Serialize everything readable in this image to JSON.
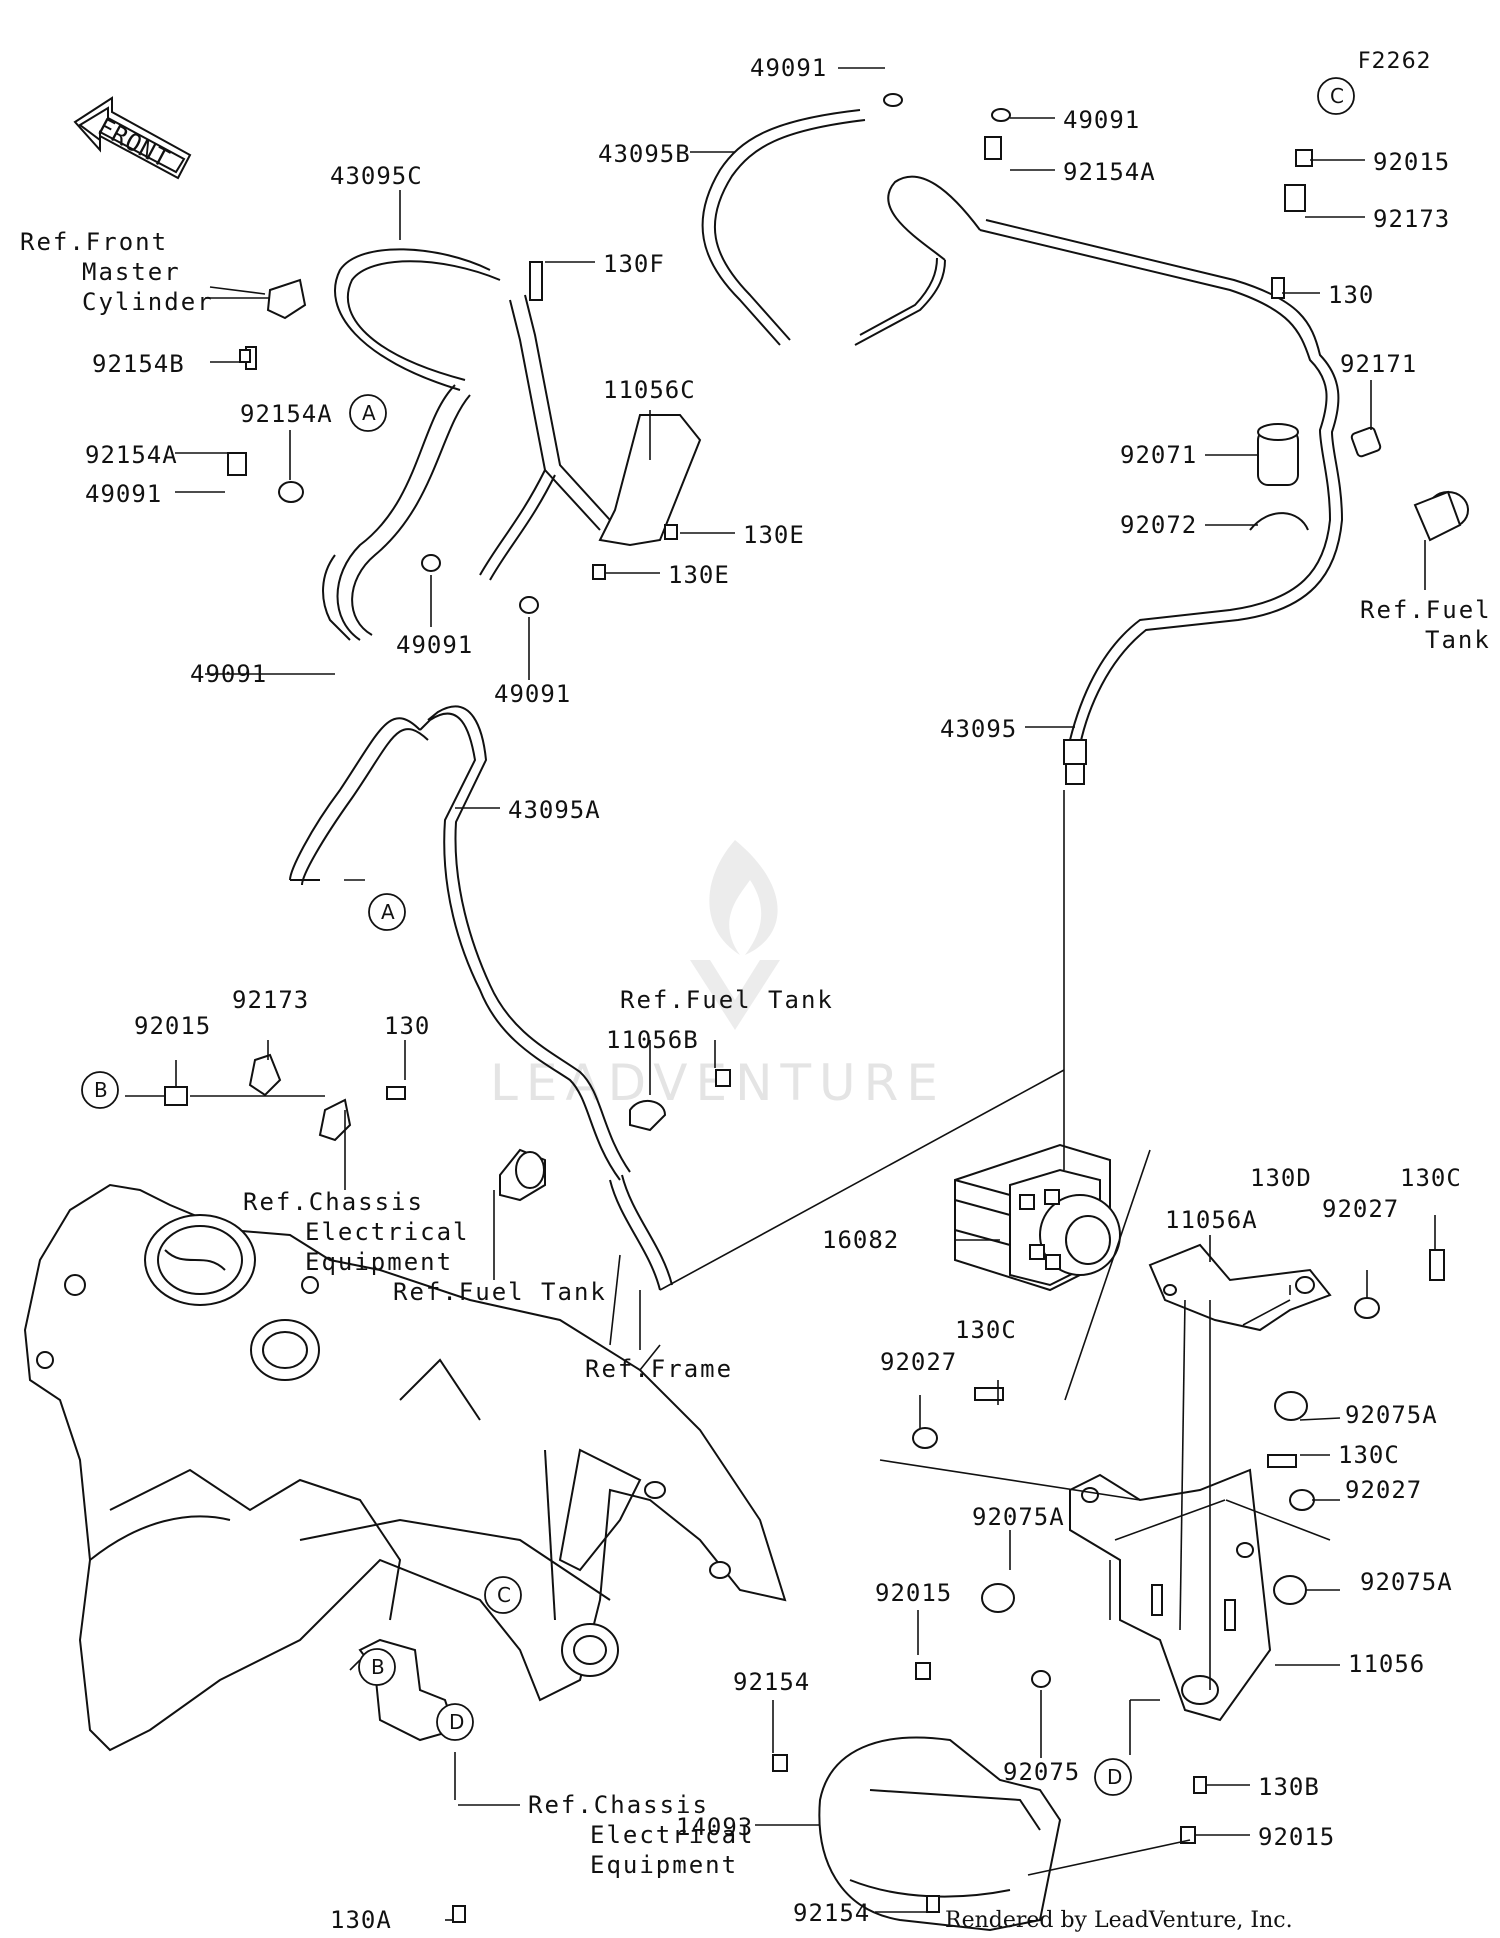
{
  "diagram_code": "F2262",
  "front_label": "FRONT",
  "watermark": "LEADVENTURE",
  "credit": "Rendered by LeadVenture, Inc.",
  "callouts": [
    "A",
    "A",
    "B",
    "B",
    "C",
    "C",
    "D",
    "D"
  ],
  "part_labels": [
    "49091",
    "43095B",
    "49091",
    "92154A",
    "92015",
    "92173",
    "130",
    "43095C",
    "130F",
    "92154B",
    "92154A",
    "92154A",
    "49091",
    "49091",
    "49091",
    "49091",
    "11056C",
    "130E",
    "130E",
    "92171",
    "92071",
    "92072",
    "43095",
    "43095A",
    "92015",
    "92173",
    "130",
    "11056B",
    "16082",
    "11056A",
    "130D",
    "92027",
    "130C",
    "130C",
    "92027",
    "92075A",
    "130C",
    "92027",
    "92075A",
    "92015",
    "92075A",
    "92154",
    "11056",
    "92075",
    "14093",
    "130B",
    "92015",
    "130A",
    "92154"
  ],
  "references": [
    "Ref.Front",
    "Master",
    "Cylinder",
    "Ref.Fuel",
    "Tank",
    "Ref.Fuel Tank",
    "Ref.Chassis",
    "Electrical",
    "Equipment",
    "Ref.Fuel Tank",
    "Ref.Frame",
    "Ref.Chassis",
    "Electrical",
    "Equipment"
  ]
}
